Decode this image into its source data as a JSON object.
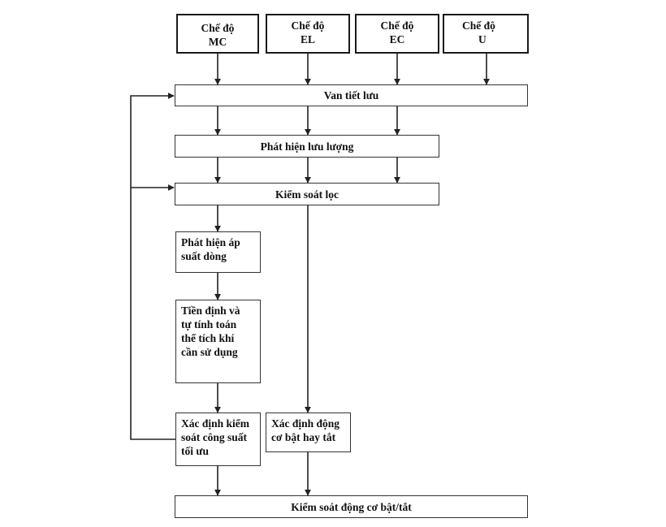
{
  "modes": [
    {
      "line1": "Chế độ",
      "line2": "MC"
    },
    {
      "line1": "Chế độ",
      "line2": "EL"
    },
    {
      "line1": "Chế độ",
      "line2": "EC"
    },
    {
      "line1": "Chế độ",
      "line2": "U"
    }
  ],
  "throttle_valve": "Van tiết lưu",
  "flow_detection": "Phát hiện lưu lượng",
  "filter_control": "Kiểm soát lọc",
  "line_pressure": {
    "line1": "Phát hiện áp",
    "line2": "suất dòng"
  },
  "volume_calc": {
    "line1": "Tiền định và",
    "line2": "tự tính toán",
    "line3": "thể tích khí",
    "line4": "cần sử dụng"
  },
  "optimal_power": {
    "line1": "Xác định kiểm",
    "line2": "soát công suất",
    "line3": "tối ưu"
  },
  "motor_decision": {
    "line1": "Xác định động",
    "line2": "cơ bật hay tắt"
  },
  "motor_control": "Kiểm soát động cơ bật/tắt"
}
